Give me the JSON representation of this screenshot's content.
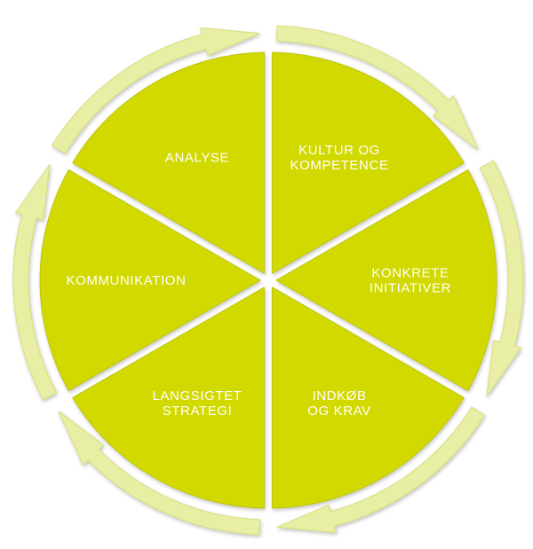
{
  "segments": [
    {
      "key": "analyse",
      "lines": [
        "ANALYSE"
      ]
    },
    {
      "key": "kultur",
      "lines": [
        "KULTUR OG",
        "KOMPETENCE"
      ]
    },
    {
      "key": "konkrete",
      "lines": [
        "KONKRETE",
        "INITIATIVER"
      ]
    },
    {
      "key": "indkob",
      "lines": [
        "INDKØB",
        "OG KRAV"
      ]
    },
    {
      "key": "langsigtet",
      "lines": [
        "LANGSIGTET",
        "STRATEGI"
      ]
    },
    {
      "key": "kommunikation",
      "lines": [
        "KOMMUNIKATION"
      ]
    }
  ],
  "colors": {
    "segment_fill": "#d2d900",
    "segment_edge": "#b9c000",
    "arrow_fill": "#e8eea4",
    "arrow_edge": "#d6df7a",
    "label": "#ffffff",
    "background": "#ffffff"
  }
}
